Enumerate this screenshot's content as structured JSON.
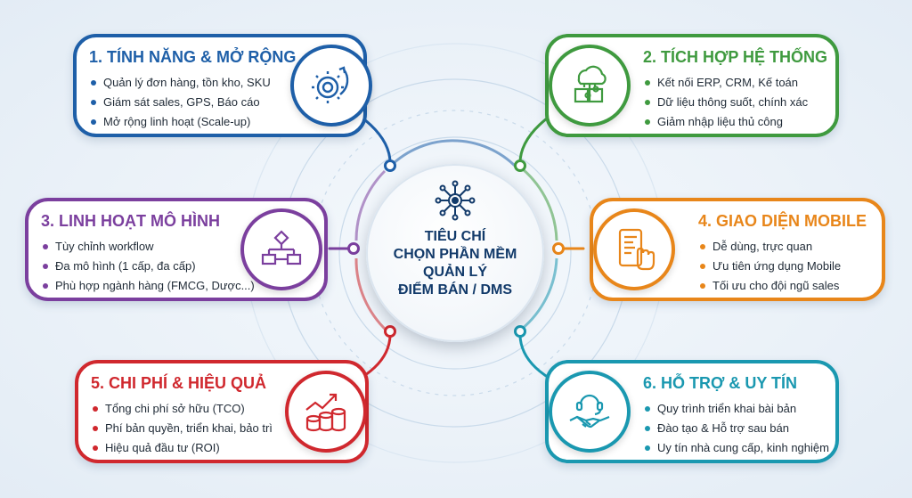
{
  "center": {
    "title_lines": [
      "TIÊU CHÍ",
      "CHỌN PHẦN MỀM",
      "QUẢN LÝ",
      "ĐIỂM BÁN / DMS"
    ],
    "icon": "network-hub-icon"
  },
  "cards": {
    "c1": {
      "title": "1. TÍNH NĂNG & MỞ RỘNG",
      "color": "#1e5fa8",
      "icon": "gear-growth-icon",
      "items": [
        "Quản lý đơn hàng, tồn kho, SKU",
        "Giám sát sales, GPS, Báo cáo",
        "Mở rộng linh hoạt (Scale-up)"
      ]
    },
    "c2": {
      "title": "2. TÍCH HỢP HỆ THỐNG",
      "color": "#3f9a3f",
      "icon": "cloud-puzzle-icon",
      "items": [
        "Kết nối ERP, CRM, Kế toán",
        "Dữ liệu thông suốt, chính xác",
        "Giảm nhập liệu thủ công"
      ]
    },
    "c3": {
      "title": "3. LINH HOẠT MÔ HÌNH",
      "color": "#7b3f9e",
      "icon": "workflow-icon",
      "items": [
        "Tùy chỉnh workflow",
        "Đa mô hình (1 cấp, đa cấp)",
        "Phù hợp ngành hàng (FMCG, Dược...)"
      ]
    },
    "c4": {
      "title": "4. GIAO DIỆN MOBILE",
      "color": "#e8861a",
      "icon": "mobile-touch-icon",
      "items": [
        "Dễ dùng, trực quan",
        "Ưu tiên ứng dụng Mobile",
        "Tối ưu cho đội ngũ sales"
      ]
    },
    "c5": {
      "title": "5. CHI PHÍ & HIỆU QUẢ",
      "color": "#d0282e",
      "icon": "coins-growth-icon",
      "items": [
        "Tổng chi phí sở hữu (TCO)",
        "Phí bản quyền, triển khai, bảo trì",
        "Hiệu quả đầu tư (ROI)"
      ]
    },
    "c6": {
      "title": "6. HỖ TRỢ & UY TÍN",
      "color": "#1a98b0",
      "icon": "headset-handshake-icon",
      "items": [
        "Quy trình triển khai bài bản",
        "Đào tạo & Hỗ trợ sau bán",
        "Uy tín nhà cung cấp, kinh nghiệm"
      ]
    }
  }
}
